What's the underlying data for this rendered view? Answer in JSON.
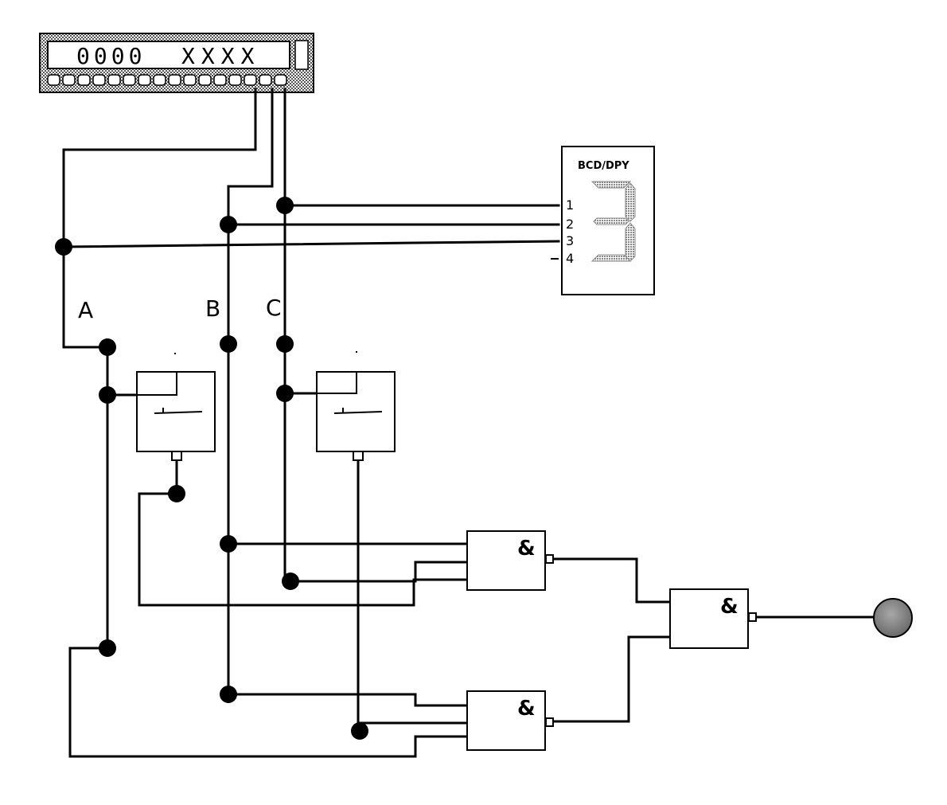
{
  "word_generator": {
    "display_digits": "0000",
    "display_letters": "XXXX"
  },
  "decoder_display": {
    "title": "BCD/DPY",
    "pins": [
      "1",
      "2",
      "3",
      "4"
    ],
    "shown_digit": "3"
  },
  "signals": {
    "a": "A",
    "b": "B",
    "c": "C"
  },
  "gates": {
    "and_top": "&",
    "and_bottom": "&",
    "and_final": "&"
  },
  "colors": {
    "wire": "#000000",
    "lamp": "#8a8a8a",
    "segment": "#9a9a9a",
    "panel_hatch": "#6e6e6e"
  }
}
